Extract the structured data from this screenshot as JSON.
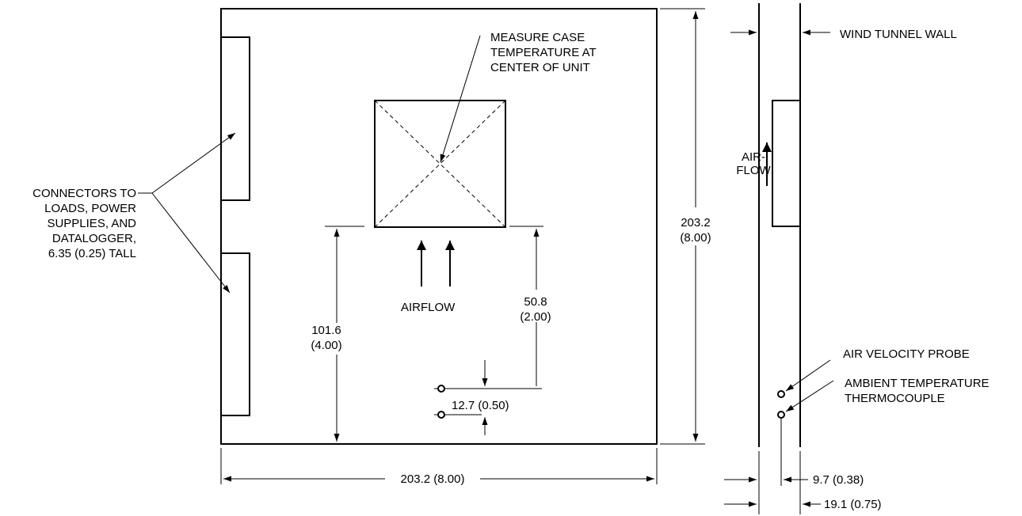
{
  "labels": {
    "measure_line1": "MEASURE CASE",
    "measure_line2": "TEMPERATURE AT",
    "measure_line3": "CENTER OF UNIT",
    "connectors_line1": "CONNECTORS TO",
    "connectors_line2": "LOADS, POWER",
    "connectors_line3": "SUPPLIES, AND",
    "connectors_line4": "DATALOGGER,",
    "connectors_line5": "6.35 (0.25) TALL",
    "airflow": "AIRFLOW",
    "airflow_side_line1": "AIR-",
    "airflow_side_line2": "FLOW",
    "wind_tunnel_wall": "WIND TUNNEL WALL",
    "air_velocity_probe": "AIR VELOCITY PROBE",
    "ambient_line1": "AMBIENT TEMPERATURE",
    "ambient_line2": "THERMOCOUPLE"
  },
  "dimensions": {
    "height_right_value": "203.2",
    "height_right_inch": "(8.00)",
    "width_bottom": "203.2 (8.00)",
    "height_left_value": "101.6",
    "height_left_inch": "(4.00)",
    "offset_value": "50.8",
    "offset_inch": "(2.00)",
    "probe_spacing": "12.7 (0.50)",
    "probe_side_offset": "9.7 (0.38)",
    "wall_gap": "19.1 (0.75)"
  }
}
